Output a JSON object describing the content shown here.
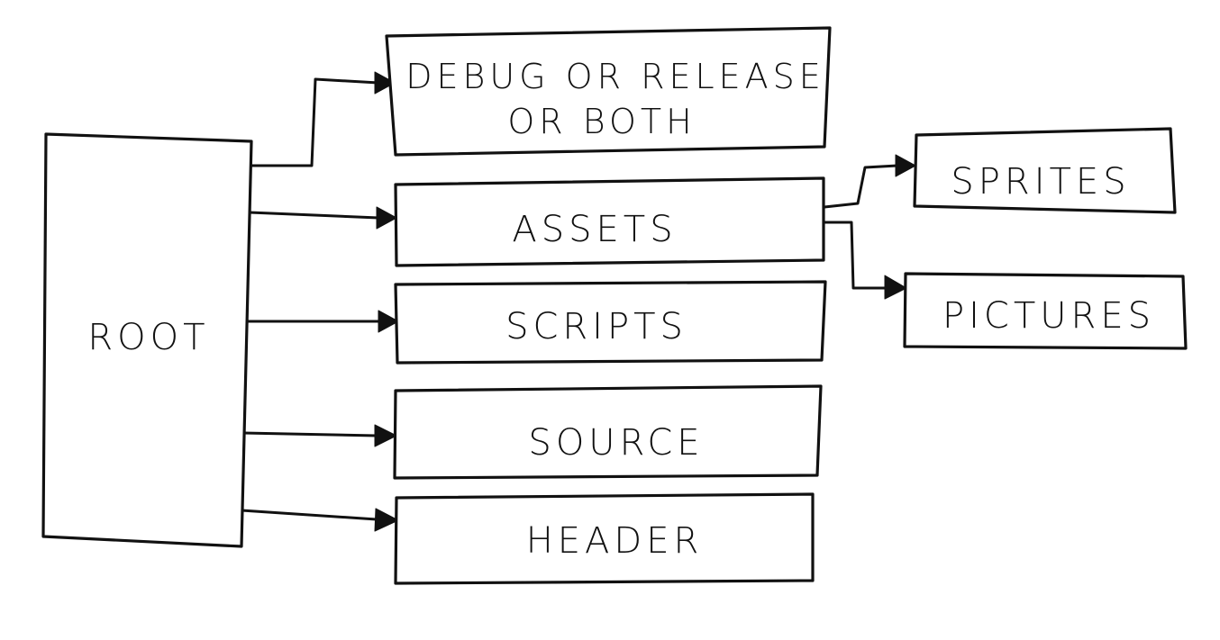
{
  "nodes": {
    "root": {
      "label": "ROOT"
    },
    "debug_release": {
      "label_line1": "DEBUG OR RELEASE",
      "label_line2": "OR BOTH"
    },
    "assets": {
      "label": "ASSETS"
    },
    "scripts": {
      "label": "SCRIPTS"
    },
    "source": {
      "label": "SOURCE"
    },
    "header": {
      "label": "HEADER"
    },
    "sprites": {
      "label": "SPRITES"
    },
    "pictures": {
      "label": "PICTURES"
    }
  },
  "edges": [
    {
      "from": "ROOT",
      "to": "DEBUG OR RELEASE OR BOTH"
    },
    {
      "from": "ROOT",
      "to": "ASSETS"
    },
    {
      "from": "ROOT",
      "to": "SCRIPTS"
    },
    {
      "from": "ROOT",
      "to": "SOURCE"
    },
    {
      "from": "ROOT",
      "to": "HEADER"
    },
    {
      "from": "ASSETS",
      "to": "SPRITES"
    },
    {
      "from": "ASSETS",
      "to": "PICTURES"
    }
  ]
}
